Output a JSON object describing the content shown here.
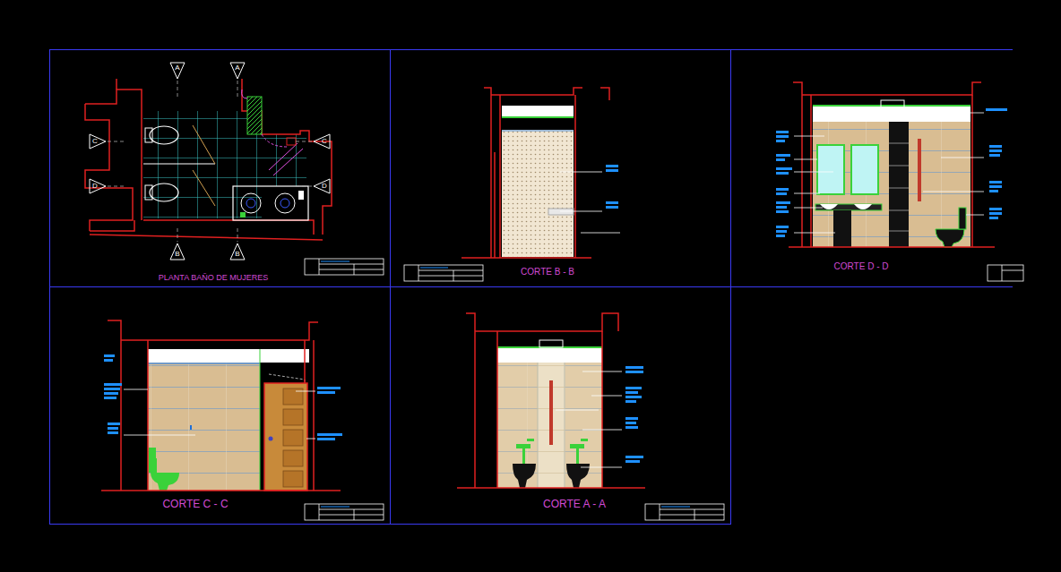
{
  "diagram": {
    "nodes": [
      {
        "text": [
          "PLANTA BAÑO DE MUJERES"
        ]
      },
      {
        "text": [
          "CORTE B - B"
        ]
      },
      {
        "text": [
          "CORTE D - D"
        ]
      },
      {
        "text": [
          "CORTE C - C"
        ]
      },
      {
        "text": [
          "CORTE A - A"
        ]
      }
    ],
    "labels": [
      "A",
      "A",
      "C",
      "D",
      "C",
      "D",
      "B",
      "B"
    ]
  }
}
